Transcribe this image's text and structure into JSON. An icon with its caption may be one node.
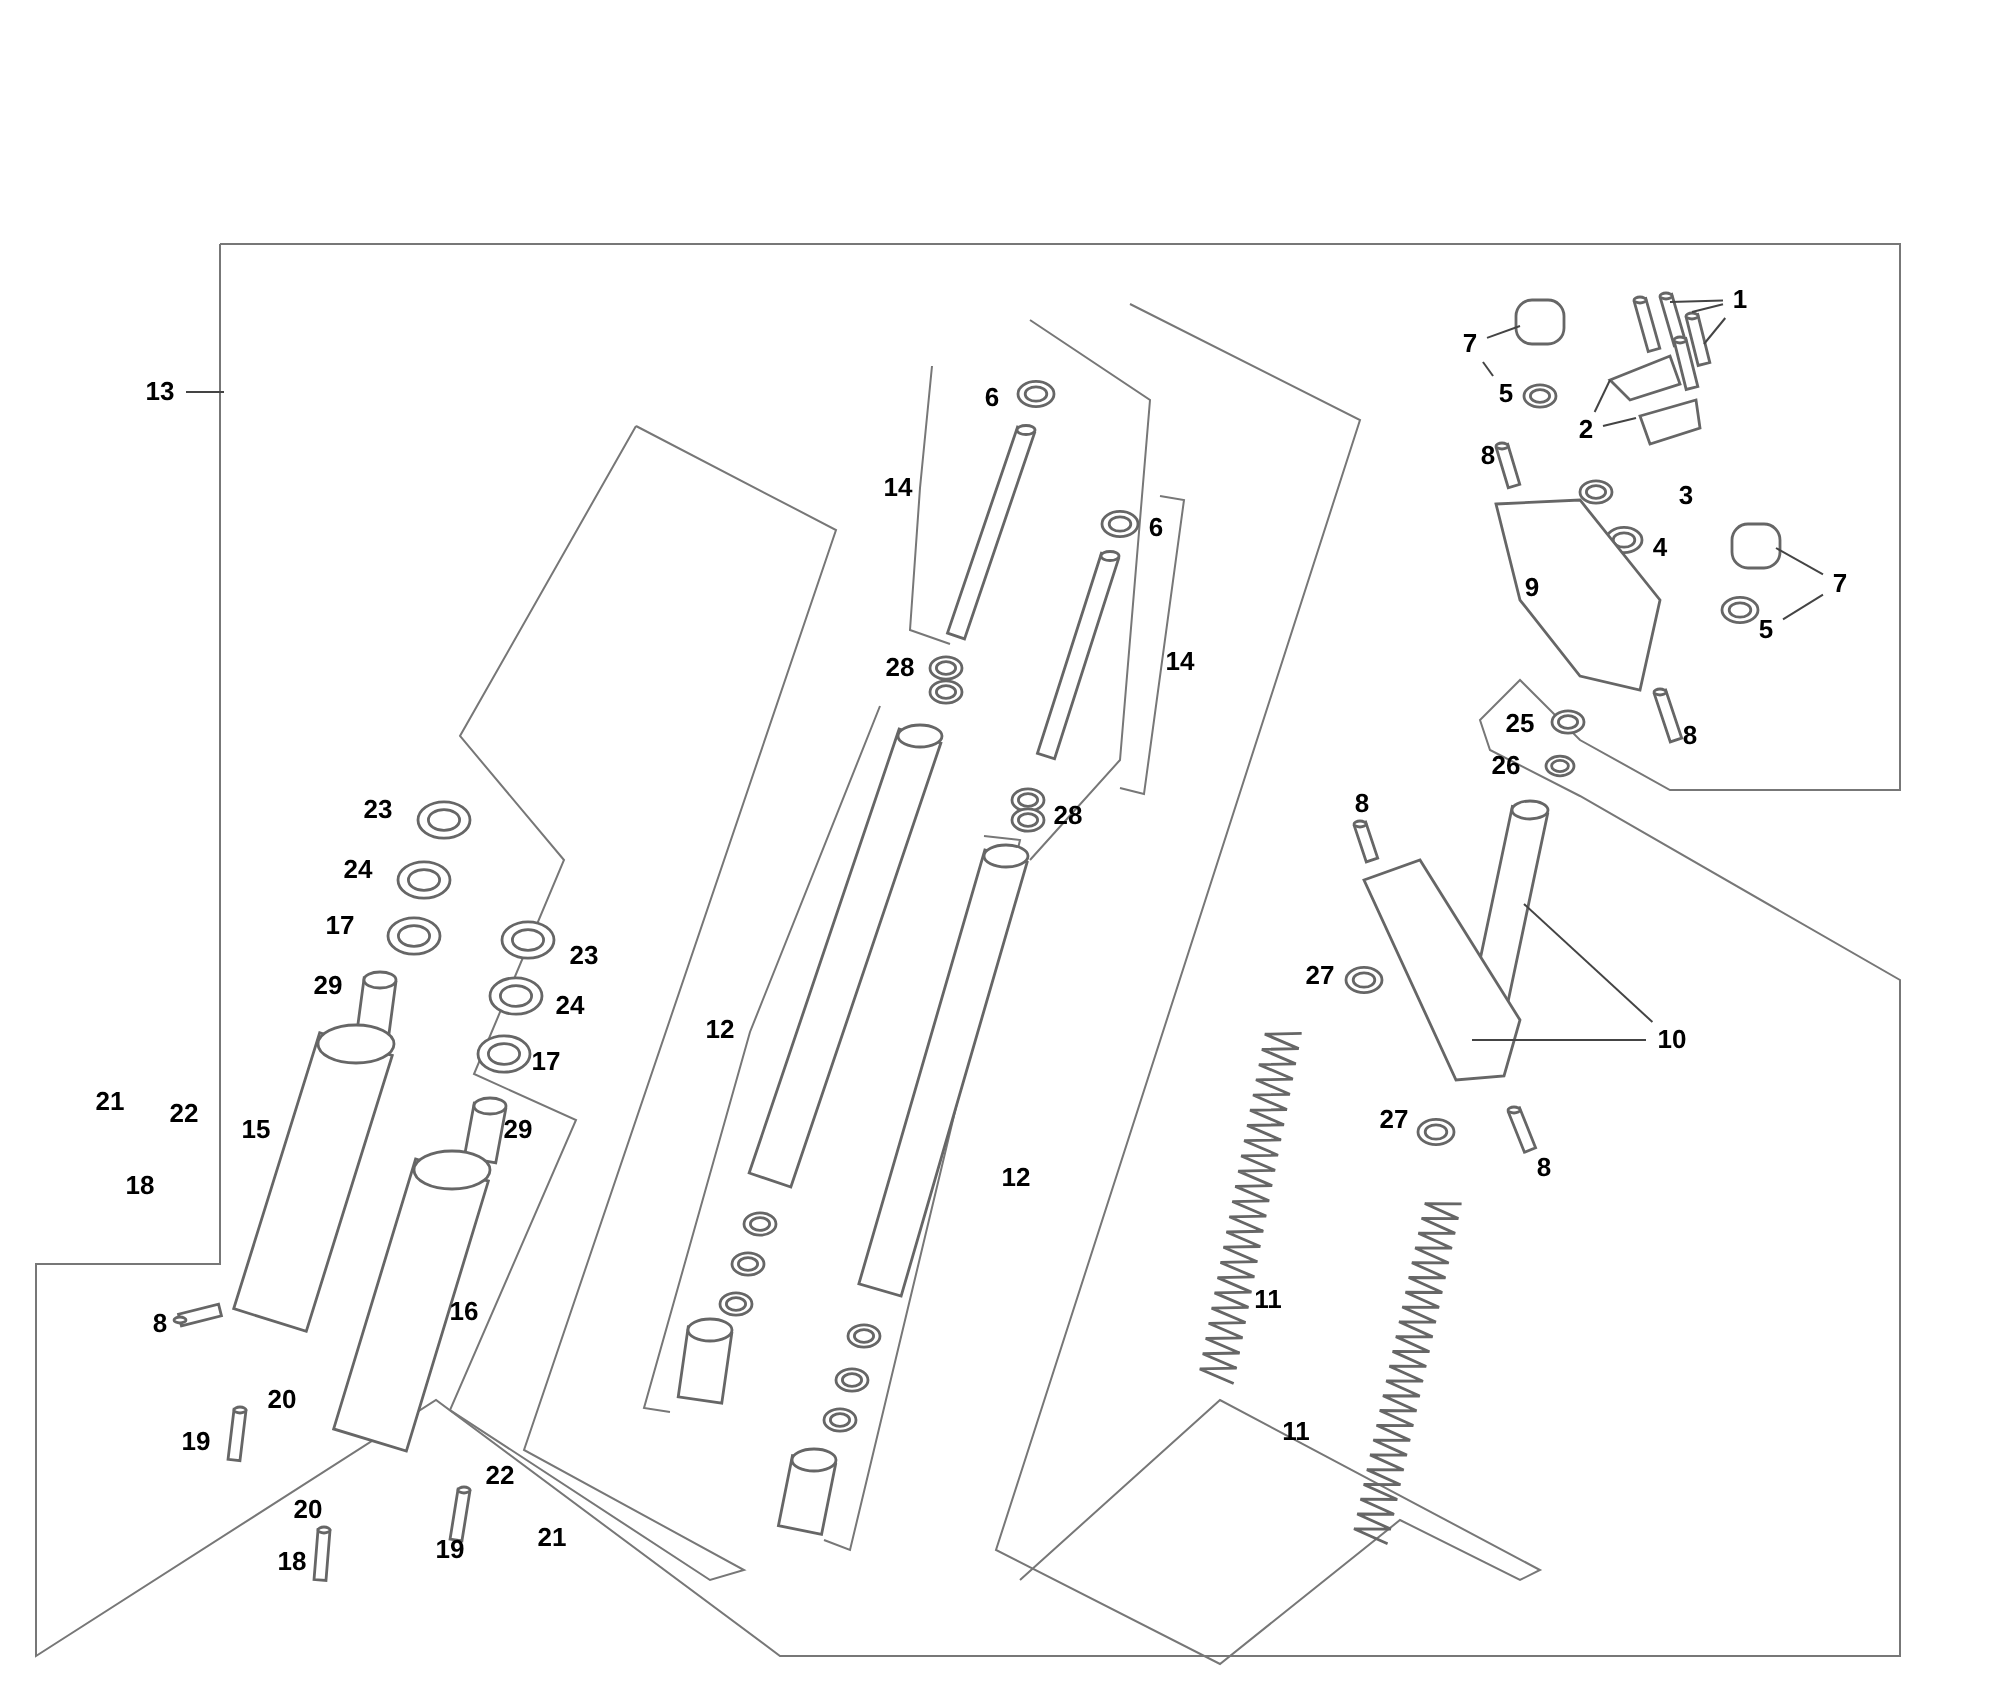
{
  "diagram": {
    "nodes": [
      {
        "text": [
          "13"
        ]
      },
      {
        "text": [
          "1"
        ]
      },
      {
        "text": [
          "7"
        ]
      },
      {
        "text": [
          "5"
        ]
      },
      {
        "text": [
          "2"
        ]
      },
      {
        "text": [
          "7"
        ]
      },
      {
        "text": [
          "5"
        ]
      },
      {
        "text": [
          "10"
        ]
      }
    ],
    "edges": [
      {
        "from": 0,
        "to": null,
        "arrow": "none"
      },
      {
        "from": 1,
        "to": null,
        "arrow": "none"
      },
      {
        "from": 1,
        "to": null,
        "arrow": "none"
      },
      {
        "from": 1,
        "to": null,
        "arrow": "none"
      },
      {
        "from": 4,
        "to": null,
        "arrow": "none"
      },
      {
        "from": 4,
        "to": null,
        "arrow": "none"
      },
      {
        "from": 2,
        "to": null,
        "arrow": "none"
      },
      {
        "from": 2,
        "to": 3,
        "arrow": "none"
      },
      {
        "from": 5,
        "to": null,
        "arrow": "none"
      },
      {
        "from": 5,
        "to": 6,
        "arrow": "none"
      },
      {
        "from": 7,
        "to": null,
        "arrow": "none"
      },
      {
        "from": 7,
        "to": null,
        "arrow": "none"
      }
    ],
    "labels": [
      "8",
      "6",
      "14",
      "3",
      "6",
      "4",
      "9",
      "14",
      "28",
      "25",
      "8",
      "26",
      "8",
      "28",
      "23",
      "24",
      "17",
      "23",
      "29",
      "27",
      "24",
      "12",
      "17",
      "21",
      "22",
      "15",
      "29",
      "27",
      "18",
      "12",
      "8",
      "11",
      "16",
      "8",
      "20",
      "11",
      "19",
      "22",
      "20",
      "21",
      "18",
      "19"
    ]
  }
}
